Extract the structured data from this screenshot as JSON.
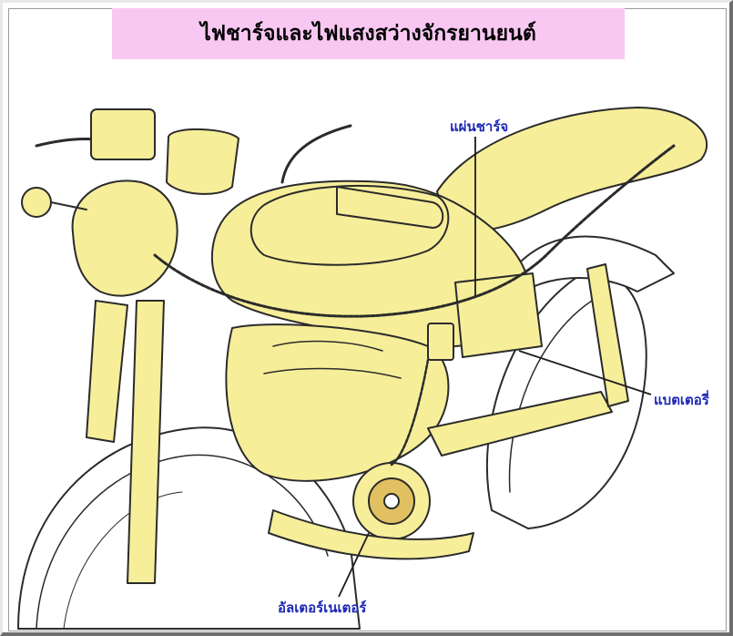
{
  "title": "ไฟชาร์จและไฟแสงสว่างจักรยานยนต์",
  "labels": {
    "charging_plate": "แผ่นชาร์จ",
    "battery": "แบตเตอรี่",
    "alternator": "อัลเตอร์เนเตอร์"
  },
  "colors": {
    "title_bg": "#f8c8f2",
    "label_text": "#1c28b4",
    "illustration_fill": "#f7ee9a",
    "illustration_line": "#2b2b2b"
  }
}
